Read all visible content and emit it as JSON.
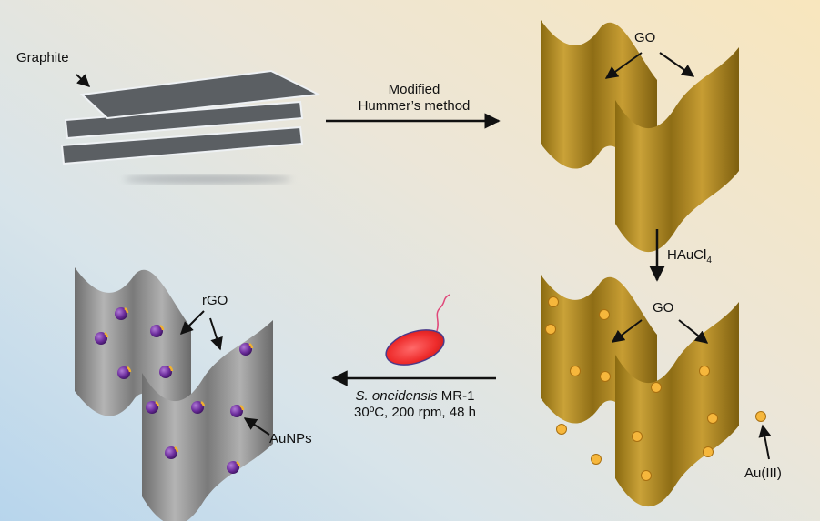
{
  "labels": {
    "graphite": "Graphite",
    "method_line1": "Modified",
    "method_line2": "Hummer’s method",
    "go_top": "GO",
    "reagent_main": "HAuCl",
    "reagent_sub": "4",
    "go_bottom": "GO",
    "au_iii": "Au(III)",
    "rgo": "rGO",
    "aunps": "AuNPs",
    "organism_italic": "S. oneidensis",
    "organism_strain": " MR-1",
    "conditions": "30ºC, 200 rpm, 48 h"
  },
  "colors": {
    "graphite_sheet": "#5b5f63",
    "go_gold": "#b8901f",
    "rgo_gray": "#9a9a9a",
    "au_iii_dot": "#f6b73c",
    "aunp_purple": "#7a3aa8",
    "bacterium_red": "#ee2b2b"
  }
}
